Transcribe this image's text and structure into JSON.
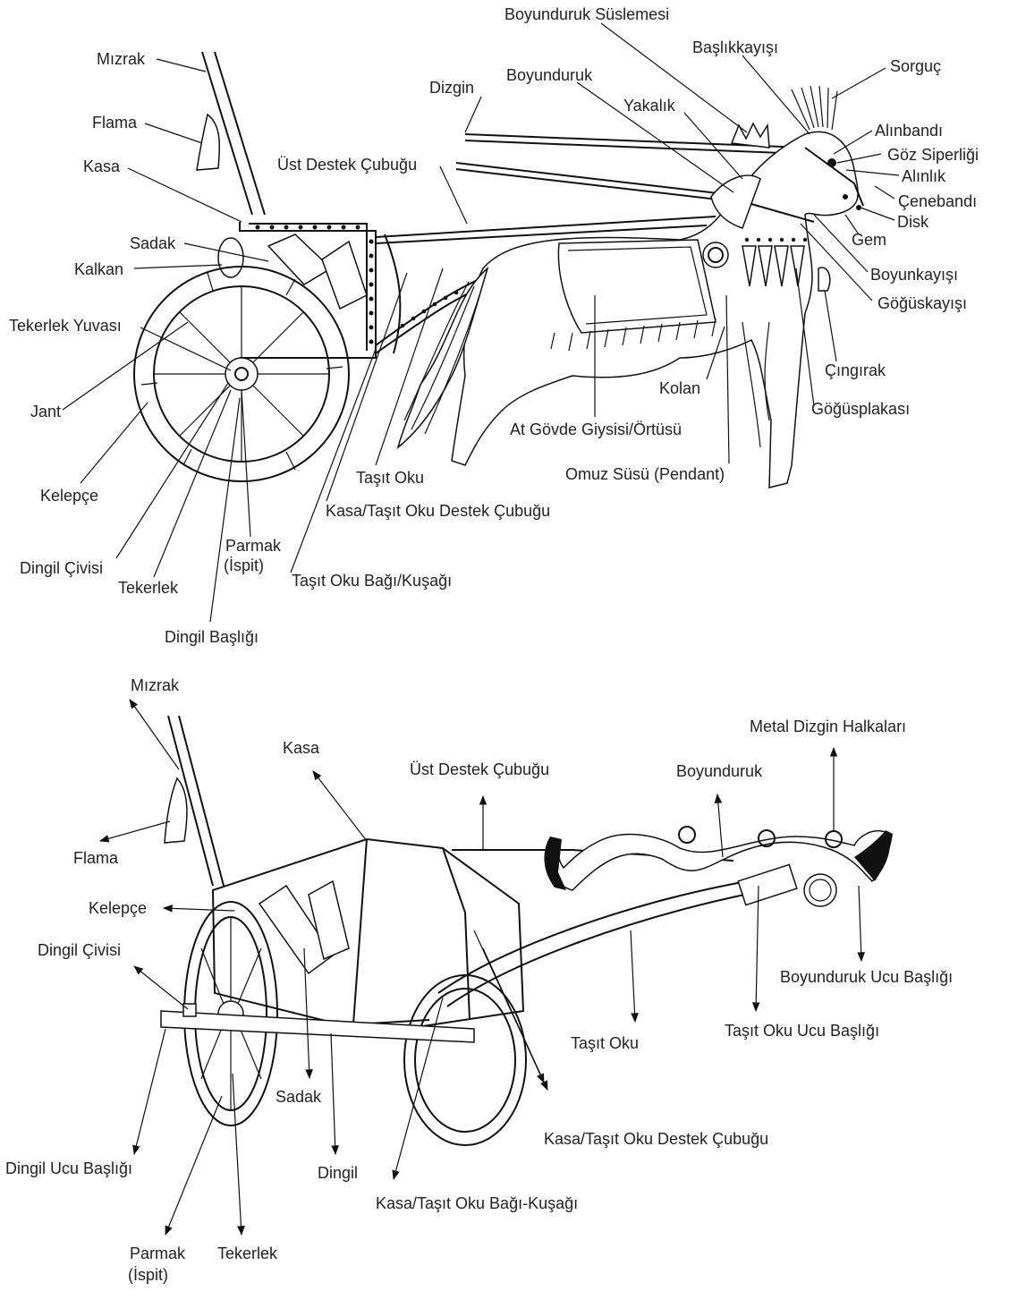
{
  "top_labels": {
    "mizrak": "Mızrak",
    "flama": "Flama",
    "kasa": "Kasa",
    "sadak": "Sadak",
    "kalkan": "Kalkan",
    "tekerlek_yuvasi": "Tekerlek Yuvası",
    "jant": "Jant",
    "kelepce": "Kelepçe",
    "dingil_civisi": "Dingil Çivisi",
    "tekerlek": "Tekerlek",
    "parmak": "Parmak",
    "parmak_ispit": "(İspit)",
    "dingil_basligi": "Dingil Başlığı",
    "tasit_oku_bagi": "Taşıt Oku Bağı/Kuşağı",
    "kasa_tasit_oku_destek": "Kasa/Taşıt Oku Destek Çubuğu",
    "tasit_oku": "Taşıt Oku",
    "ust_destek_cubugu": "Üst Destek Çubuğu",
    "dizgin": "Dizgin",
    "boyunduruk": "Boyunduruk",
    "boyunduruk_suslemesi": "Boyunduruk Süslemesi",
    "baslikkayisi": "Başlıkkayışı",
    "sorguc": "Sorguç",
    "yakalik": "Yakalık",
    "alinbandi": "Alınbandı",
    "goz_siperligi": "Göz Siperliği",
    "alinlik": "Alınlık",
    "cenebandi": "Çenebandı",
    "disk": "Disk",
    "gem": "Gem",
    "boyunkayisi": "Boyunkayışı",
    "goguskayisi": "Göğüskayışı",
    "cingirak": "Çıngırak",
    "goguspkakasi": "Göğüsplakası",
    "kolan": "Kolan",
    "at_govde": "At Gövde Giysisi/Örtüsü",
    "omuz_susu": "Omuz Süsü (Pendant)"
  },
  "bottom_labels": {
    "mizrak": "Mızrak",
    "flama": "Flama",
    "kasa": "Kasa",
    "ust_destek_cubugu": "Üst Destek Çubuğu",
    "boyunduruk": "Boyunduruk",
    "metal_dizgin": "Metal Dizgin Halkaları",
    "kelepce": "Kelepçe",
    "dingil_civisi": "Dingil Çivisi",
    "boyunduruk_ucu": "Boyunduruk Ucu Başlığı",
    "tasit_oku_ucu": "Taşıt Oku Ucu Başlığı",
    "tasit_oku": "Taşıt Oku",
    "sadak": "Sadak",
    "kasa_tasit_oku_destek": "Kasa/Taşıt Oku Destek Çubuğu",
    "dingil_ucu": "Dingil Ucu Başlığı",
    "dingil": "Dingil",
    "kasa_tasit_oku_bagi": "Kasa/Taşıt Oku Bağı-Kuşağı",
    "parmak": "Parmak",
    "parmak_ispit": "(İspit)",
    "tekerlek": "Tekerlek"
  },
  "colors": {
    "ink": "#111111",
    "text": "#222222",
    "background": "#ffffff"
  }
}
